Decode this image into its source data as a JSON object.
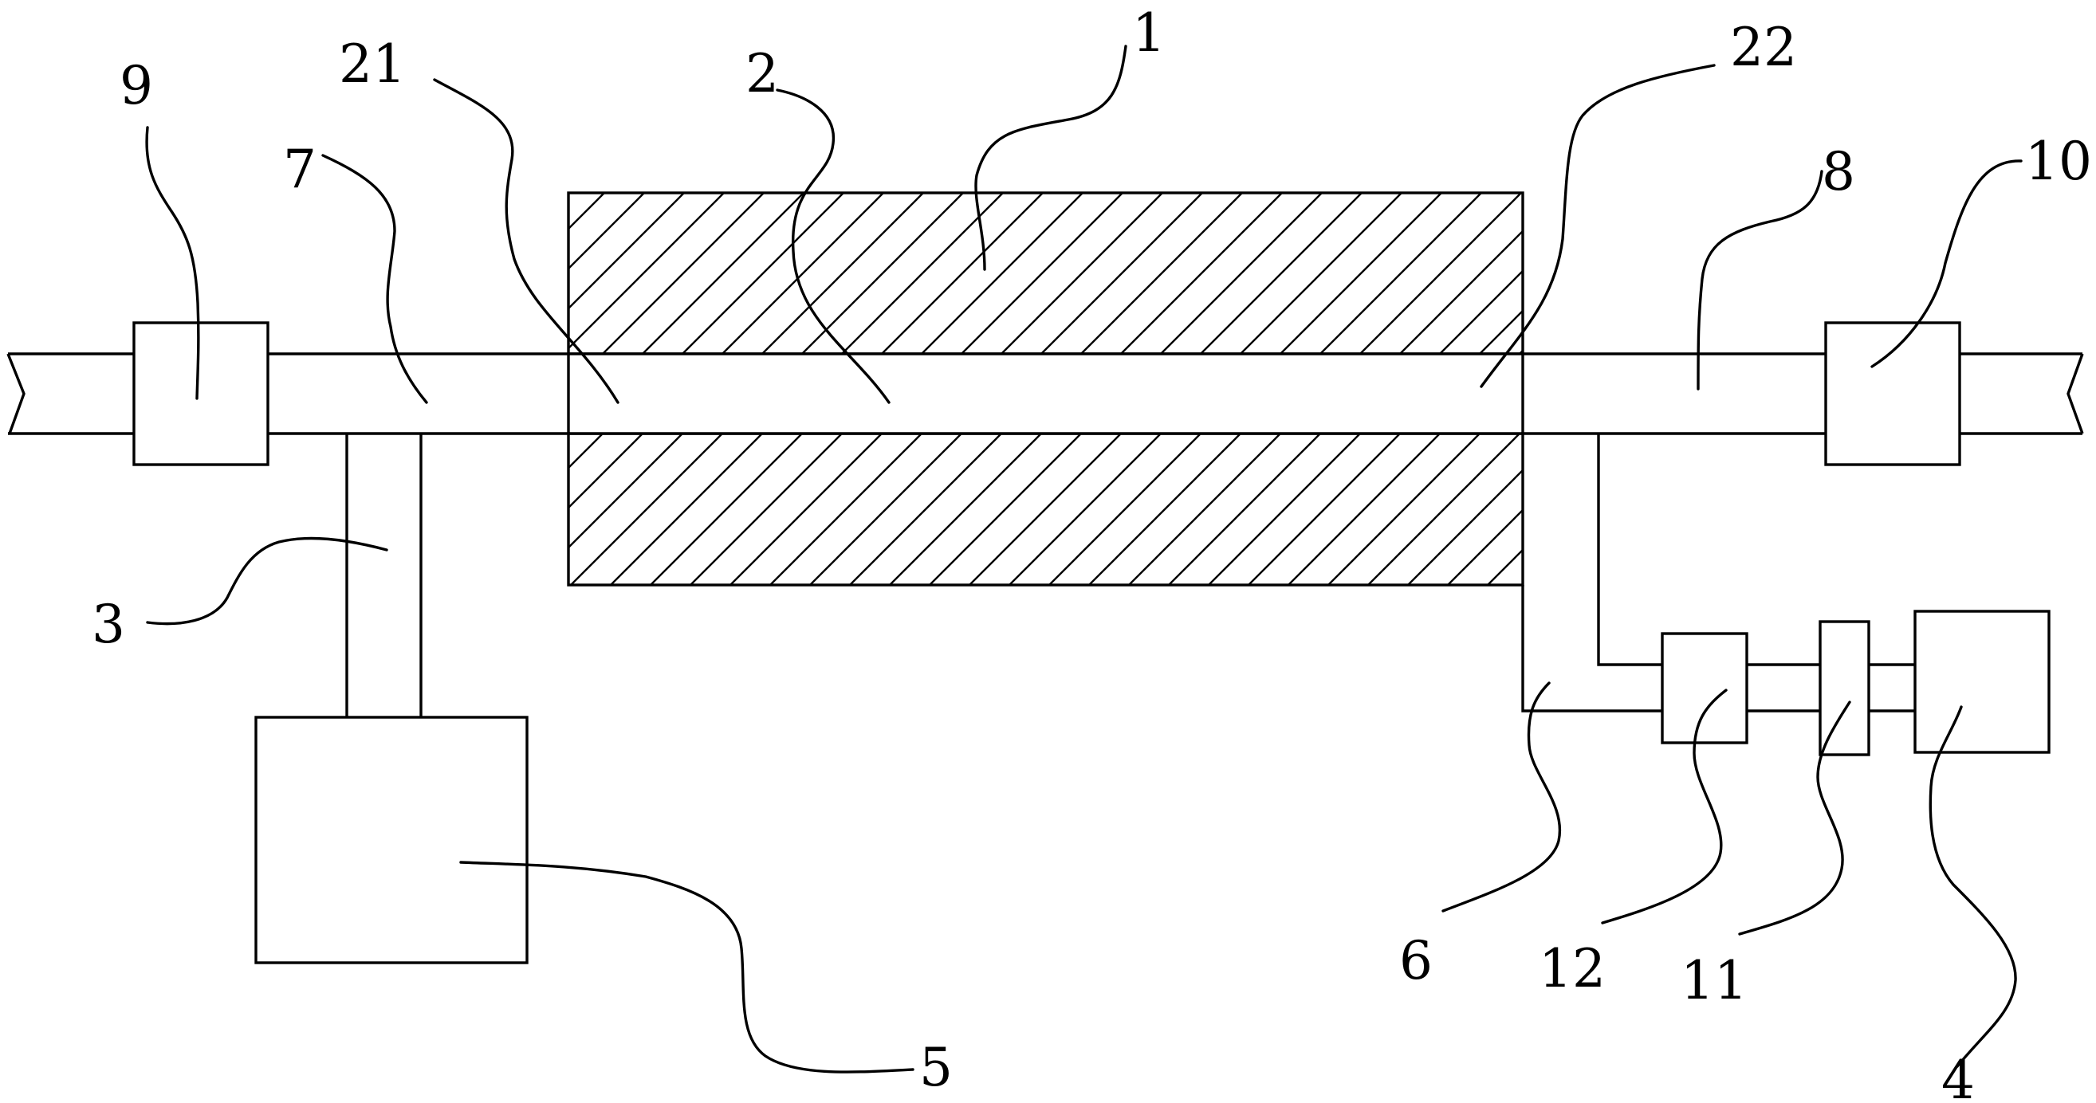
{
  "labels": {
    "n1": "1",
    "n2": "2",
    "n3": "3",
    "n4": "4",
    "n5": "5",
    "n6": "6",
    "n7": "7",
    "n8": "8",
    "n9": "9",
    "n10": "10",
    "n11": "11",
    "n12": "12",
    "n21": "21",
    "n22": "22"
  }
}
